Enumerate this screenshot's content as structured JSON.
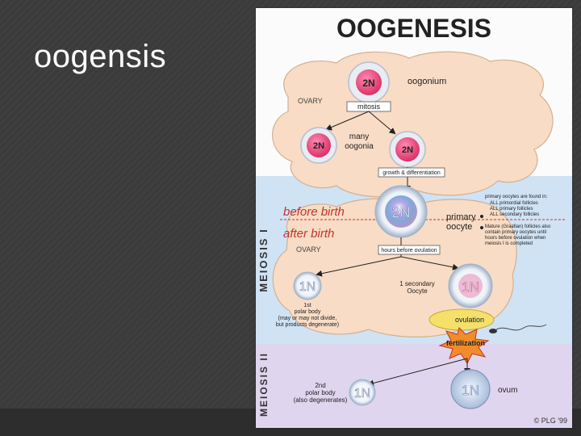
{
  "slide": {
    "title": "oogensis"
  },
  "diagram": {
    "title": "OOGENESIS",
    "phase_meiosis1": "MEIOSIS I",
    "phase_meiosis2": "MEIOSIS II",
    "ploidy_2n": "2N",
    "ploidy_1n": "1N",
    "label_oogonium": "oogonium",
    "label_ovary_top": "OVARY",
    "label_mitosis": "mitosis",
    "label_many_oogonia_1": "many",
    "label_many_oogonia_2": "oogonia",
    "label_growth": "growth & differentiation",
    "label_before_birth": "before birth",
    "label_after_birth": "after birth",
    "label_primary_oocyte_1": "primary",
    "label_primary_oocyte_2": "oocyte",
    "label_ovary_mid": "OVARY",
    "label_hours_before": "hours before ovulation",
    "note_primary_1": "primary oocytes are found in:",
    "note_primary_2": "ALL primordial follicles",
    "note_primary_3": "ALL primary follicles",
    "note_primary_4": "ALL secondary follicles",
    "note_mature_1": "Mature (Graafian) follicles also",
    "note_mature_2": "contain primary oocytes until",
    "note_mature_3": "hours before ovulation when",
    "note_mature_4": "meiosis I is completed",
    "label_secondary_1": "1 secondary",
    "label_secondary_2": "Oocyte",
    "label_polar1_1": "1st",
    "label_polar1_2": "polar body",
    "label_polar1_3": "(may or may not divide,",
    "label_polar1_4": "but products degenerate)",
    "label_ovulation": "ovulation",
    "label_fertilization": "fertilization",
    "label_polar2_1": "2nd",
    "label_polar2_2": "polar body",
    "label_polar2_3": "(also degenerates)",
    "label_ovum": "ovum",
    "copyright": "© PLG '99",
    "colors": {
      "blue_band": "#cfe3f5",
      "purple_band": "#e0d5ee",
      "cloud": "#f8dcc5",
      "cell_2n": "#e63a73",
      "before_after": "#c0342c"
    }
  }
}
